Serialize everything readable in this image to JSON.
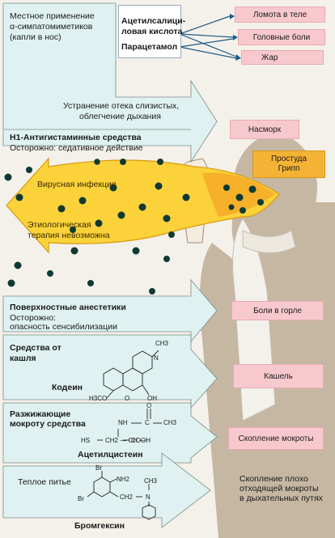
{
  "top": {
    "local_line1": "Местное применение",
    "local_line2": "α-симпатомиметиков",
    "local_line3": "(капли в нос)",
    "aspirin_line1": "Ацетилсалици-",
    "aspirin_line2": "ловая кислота",
    "paracetamol": "Парацетамол",
    "symptom_bodyache": "Ломота в теле",
    "symptom_headache": "Головные боли",
    "symptom_fever": "Жар",
    "decongest_line1": "Устранение отека слизистых,",
    "decongest_line2": "облегчение дыхания",
    "antihist_title": "H1-Антигистаминные средства",
    "antihist_note": "Осторожно: седативное действие",
    "runny_nose": "Насморк",
    "flu_line1": "Простуда",
    "flu_line2": "Грипп"
  },
  "virus": {
    "infection": "Вирусная инфекция",
    "etio_line1": "Этиологическая",
    "etio_line2": "терапия невозможна"
  },
  "lower": {
    "anesth_title": "Поверхностные анестетики",
    "anesth_note1": "Осторожно:",
    "anesth_note2": "опасность сенсибилизации",
    "sore_throat": "Боли в горле",
    "antitussive_line1": "Средства от",
    "antitussive_line2": "кашля",
    "codeine": "Кодеин",
    "codeine_ch3": "CH3",
    "codeine_h3co": "H3CO",
    "codeine_oh": "OH",
    "codeine_n": "N",
    "codeine_o": "O",
    "cough": "Кашель",
    "mucolytic_line1": "Разжижающие",
    "mucolytic_line2": "мокроту средства",
    "acetyl_nh": "NH",
    "acetyl_c": "C",
    "acetyl_ch3": "CH3",
    "acetyl_o": "O",
    "acetyl_hs": "HS",
    "acetyl_ch2": "CH2",
    "acetyl_ch": "CH",
    "acetyl_cooh": "COOH",
    "acetylcysteine": "Ацетилцистеин",
    "sputum": "Скопление мокроты",
    "warm_drink": "Теплое питье",
    "brom_br1": "Br",
    "brom_br2": "Br",
    "brom_nh2": "NH2",
    "brom_ch3": "CH3",
    "brom_ch2": "CH2",
    "brom_n": "N",
    "bromhexine": "Бромгексин",
    "poor_expect_line1": "Скопление плохо",
    "poor_expect_line2": "отходящей мокроты",
    "poor_expect_line3": "в дыхательных путях"
  },
  "colors": {
    "cyan": "#dff2f1",
    "pink": "#f7c9cf",
    "orange": "#f5b335",
    "yellow": "#fbd23a",
    "silhouette": "#c6b7a3",
    "virus": "#0f3a33"
  }
}
